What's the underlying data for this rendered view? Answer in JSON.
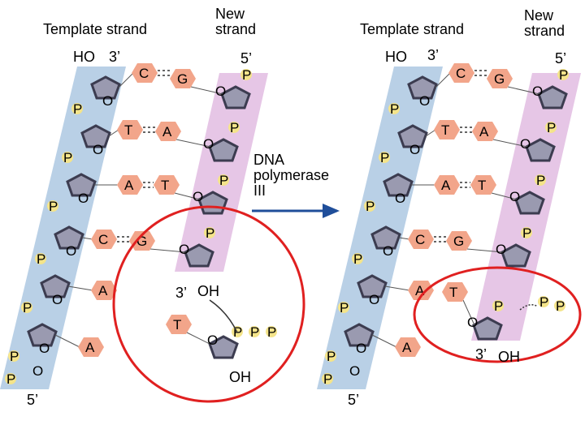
{
  "left": {
    "template_strand": "Template strand",
    "new_strand": "New\nstrand",
    "ho": "HO",
    "three_prime_top": "3’",
    "five_prime_top": "5’",
    "five_prime_bottom": "5’",
    "three_prime_oh_label": "3’",
    "oh": "OH",
    "oh_free": "OH",
    "bases_template": [
      "C",
      "T",
      "A",
      "C",
      "A",
      "A"
    ],
    "bases_new": [
      "G",
      "A",
      "T",
      "G"
    ],
    "incoming_base": "T",
    "phosphate": "P",
    "oxygen": "O"
  },
  "enzyme": {
    "label": "DNA\npolymerase\n III"
  },
  "right": {
    "template_strand": "Template strand",
    "new_strand": "New\nstrand",
    "ho": "HO",
    "three_prime_top": "3’",
    "five_prime_top": "5’",
    "five_prime_bottom": "5’",
    "three_prime_oh_label": "3’",
    "oh": "OH",
    "bases_template": [
      "C",
      "T",
      "A",
      "C",
      "A",
      "A"
    ],
    "bases_new": [
      "G",
      "A",
      "T",
      "G",
      "T"
    ],
    "phosphate": "P",
    "oxygen": "O"
  },
  "colors": {
    "template_band": "#b9d0e6",
    "new_band": "#e6c6e6",
    "sugar": "#9a9ab0",
    "base": "#f2a58a",
    "phosphate": "#f4e48a",
    "highlight_circle": "#e02020",
    "arrow": "#1f4e9a"
  }
}
